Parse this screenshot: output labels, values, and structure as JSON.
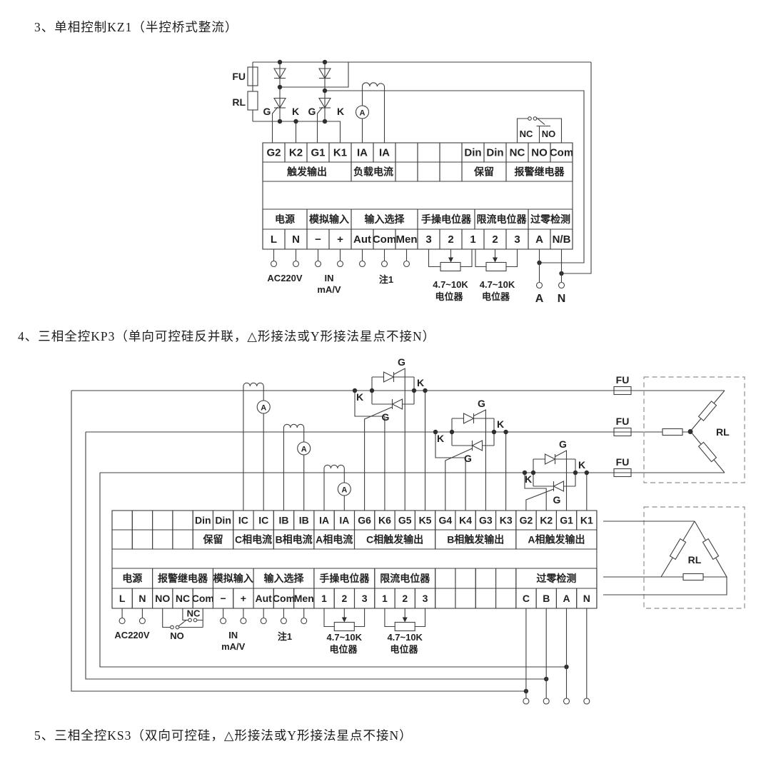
{
  "titles": {
    "kz1": "3、单相控制KZ1（半控桥式整流）",
    "kp3": "4、三相全控KP3（单向可控硅反并联，△形接法或Y形接法星点不接N）",
    "ks3": "5、三相全控KS3（双向可控硅，△形接法或Y形接法星点不接N）"
  },
  "kz1": {
    "top_terminals": [
      "G2",
      "K2",
      "G1",
      "K1",
      "IA",
      "IA",
      "",
      "",
      "",
      "Din",
      "Din",
      "NC",
      "NO",
      "Com"
    ],
    "top_groups": [
      "触发输出",
      "负载电流",
      "保留",
      "报警继电器"
    ],
    "bottom_groups": [
      "电源",
      "模拟输入",
      "输入选择",
      "手操电位器",
      "限流电位器",
      "过零检测"
    ],
    "bottom_terminals": [
      "L",
      "N",
      "−",
      "+",
      "Aut",
      "Com",
      "Men",
      "3",
      "2",
      "1",
      "2",
      "3",
      "A",
      "N/B"
    ],
    "labels": {
      "fu": "FU",
      "rl": "RL",
      "g": "G",
      "k": "K",
      "ammeter": "A",
      "nc": "NC",
      "no": "NO",
      "ac220v": "AC220V",
      "in": "IN",
      "mav": "mA/V",
      "note1": "注1",
      "pot_value": "4.7~10K",
      "pot_name": "电位器",
      "a": "A",
      "n": "N"
    }
  },
  "kp3": {
    "top_terminals": [
      "",
      "",
      "",
      "",
      "Din",
      "Din",
      "IC",
      "IC",
      "IB",
      "IB",
      "IA",
      "IA",
      "G6",
      "K6",
      "G5",
      "K5",
      "G4",
      "K4",
      "G3",
      "K3",
      "G2",
      "K2",
      "G1",
      "K1"
    ],
    "top_groups": [
      "保留",
      "C相电流",
      "B相电流",
      "A相电流",
      "C相触发输出",
      "B相触发输出",
      "A相触发输出"
    ],
    "bottom_groups": [
      "电源",
      "报警继电器",
      "模拟输入",
      "输入选择",
      "手操电位器",
      "限流电位器",
      "过零检测"
    ],
    "bottom_terminals": [
      "L",
      "N",
      "NO",
      "NC",
      "Com",
      "−",
      "+",
      "Aut",
      "Com",
      "Men",
      "1",
      "2",
      "3",
      "1",
      "2",
      "3",
      "",
      "",
      "",
      "",
      "C",
      "B",
      "A",
      "N"
    ],
    "labels": {
      "fu": "FU",
      "rl": "RL",
      "g": "G",
      "k": "K",
      "ammeter": "A",
      "nc": "NC",
      "no": "NO",
      "ac220v": "AC220V",
      "in": "IN",
      "mav": "mA/V",
      "note1": "注1",
      "pot_value": "4.7~10K",
      "pot_name": "电位器"
    }
  }
}
